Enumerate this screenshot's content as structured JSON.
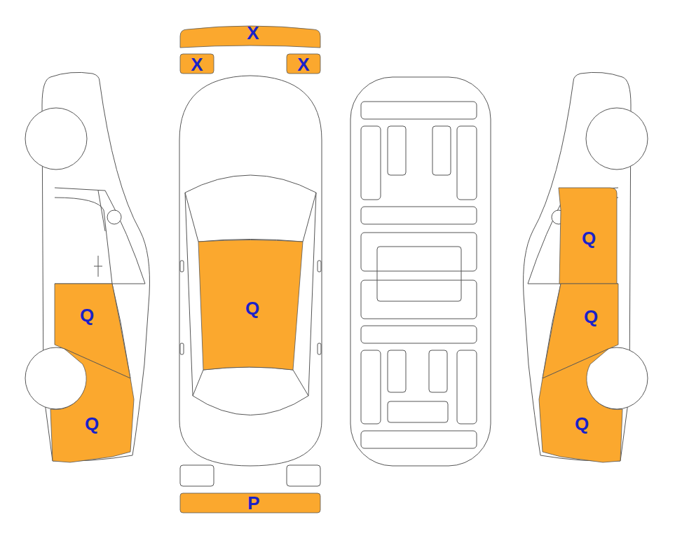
{
  "diagram": {
    "nodes": [
      {
        "text": [
          "X"
        ]
      },
      {
        "text": [
          "X"
        ]
      },
      {
        "text": [
          "X"
        ]
      },
      {
        "text": [
          "Q"
        ]
      },
      {
        "text": [
          "Q"
        ]
      },
      {
        "text": [
          "Q"
        ]
      },
      {
        "text": [
          "Q"
        ]
      },
      {
        "text": [
          "Q"
        ]
      },
      {
        "text": [
          "Q"
        ]
      },
      {
        "text": [
          "P"
        ]
      }
    ]
  }
}
